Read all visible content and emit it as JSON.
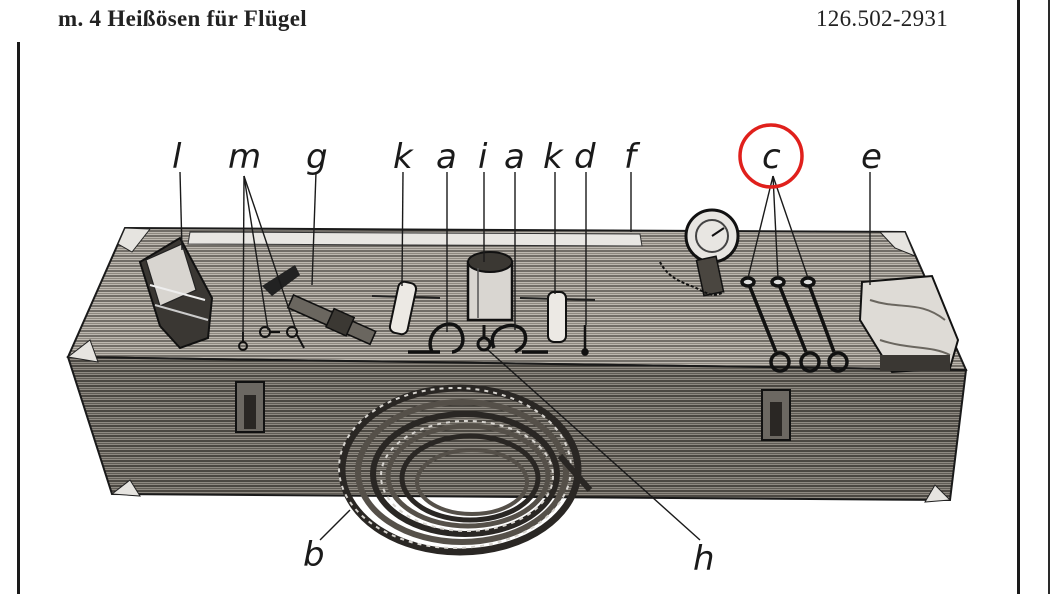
{
  "header": {
    "title": "m. 4 Heißösen für Flügel",
    "part_number": "126.502-2931"
  },
  "figure": {
    "labels": {
      "l": "l",
      "m": "m",
      "g": "g",
      "k1": "k",
      "a1": "a",
      "i": "i",
      "a2": "a",
      "k2": "k",
      "d": "d",
      "f": "f",
      "c": "c",
      "e": "e",
      "b": "b",
      "h": "h"
    },
    "highlight_color": "#e0201c",
    "ink_color": "#1a1a1a"
  }
}
